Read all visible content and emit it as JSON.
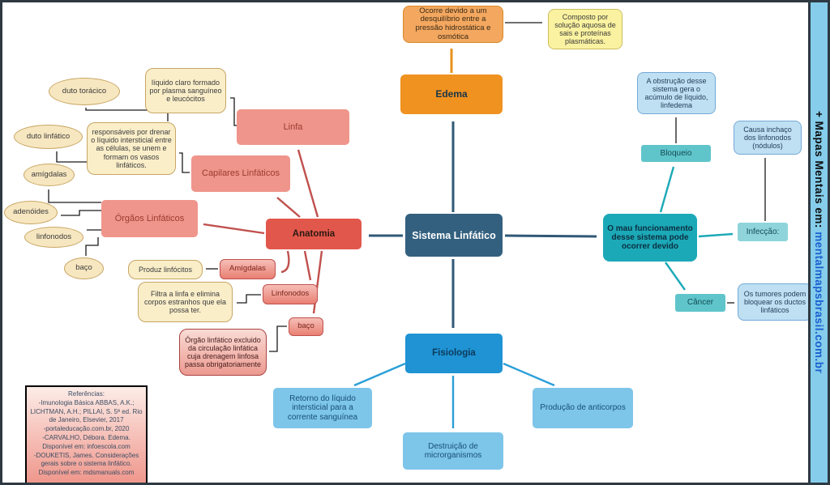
{
  "map": {
    "root": {
      "label": "Sistema Linfático"
    },
    "edema_branch": {
      "edema": "Edema",
      "cause_note": "Ocorre devido a um desquilíbrio entre a pressão hidrostática e osmótica",
      "composition_note": "Composto por solução aquosa de sais e proteínas plasmáticas."
    },
    "anatomia_branch": {
      "anatomia": "Anatomia",
      "linfa": "Linfa",
      "linfa_note": "líquido claro formado por plasma sanguíneo e leucócitos",
      "capilares": "Capilares Linfáticos",
      "capilares_note": "responsáveis por drenar o líquido intersticial entre as células, se unem e formam os vasos linfáticos.",
      "duto_toracico": "duto torácico",
      "duto_linfatico": "duto linfático",
      "amigdalas_small": "amígdalas",
      "adenoides": "adenóides",
      "linfonodos_small": "linfonodos",
      "baco_small": "baço",
      "orgaos": "Órgãos Linfáticos",
      "amigdalas": "Amígdalas",
      "produz_note": "Produz linfócitos",
      "linfonodos": "Linfonodos",
      "filtra_note": "Filtra a linfa e elimina corpos estranhos que ela possa ter.",
      "baco": "baço",
      "baco_note": "Órgão linfático excluido da circulação linfática cuja drenagem linfosa passa obrigatoriamente"
    },
    "disfuncao_branch": {
      "mau_funcionamento": "O mau funcionamento desse sistema pode ocorrer devido",
      "bloqueio": "Bloqueio",
      "bloqueio_note": "A obstrução desse sistema gera o acúmulo de líquido, linfedema",
      "infeccao": "Infecção:",
      "infeccao_note": "Causa inchaço dos linfonodos (nódulos)",
      "cancer": "Câncer",
      "cancer_note": "Os tumores podem bloquear os ductos linfáticos"
    },
    "fisiologia_branch": {
      "fisiologia": "Fisiologia",
      "retorno": "Retorno do líquido intersticial para a corrente sanguínea",
      "destruicao": "Destruição de microrganismos",
      "producao": "Produção de anticorpos"
    }
  },
  "references": {
    "title": "Referências:",
    "lines": [
      "-Imunologia Básica ABBAS, A.K.;",
      "LICHTMAN, A.H.; PILLAI, S. 5ª ed. Rio",
      "de Janeiro, Elsevier, 2017",
      "-portaleducação.com.br, 2020",
      "-CARVALHO, Débora. Edema.",
      "Disponível em: infoescola.com",
      "-DOUKETIS, James. Considerações",
      "gerais sobre o sistema linfático.",
      "Disponível em: mdsmanuals.com"
    ]
  },
  "sidebar": {
    "prefix": "+ Mapas Mentais em: ",
    "link": "mentalmapsbrasil.com.br"
  },
  "colors": {
    "root": "#33607f",
    "edema": "#f0921f",
    "anatomia": "#e2574c",
    "salmon": "#ef958b",
    "teal": "#1ca9b7",
    "teal_light": "#5fc5cb",
    "blue": "#1f93d3",
    "blue_light": "#7ec5ea",
    "note_cream": "#faeec9",
    "note_blue": "#bfe0f2",
    "sidebar_bg": "#85cdeb",
    "link_blue": "#1a5fd0"
  }
}
